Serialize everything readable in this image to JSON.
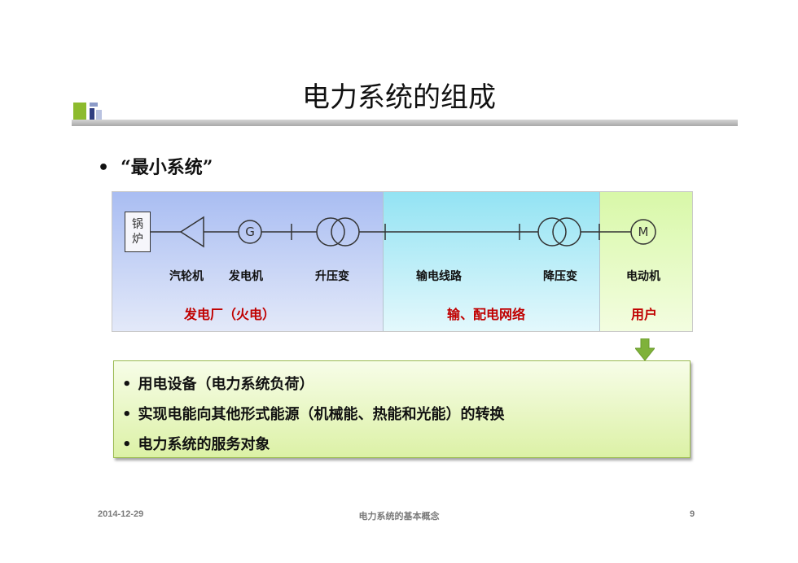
{
  "slide": {
    "title": "电力系统的组成",
    "bullet": "“最小系统”",
    "bullet_symbol": "•"
  },
  "diagram": {
    "boiler_line1": "锅",
    "boiler_line2": "炉",
    "generator_symbol": "G",
    "motor_symbol": "M",
    "component_labels": {
      "turbine": "汽轮机",
      "generator": "发电机",
      "step_up_transformer": "升压变",
      "transmission_line": "输电线路",
      "step_down_transformer": "降压变",
      "motor": "电动机"
    },
    "zone_labels": {
      "plant": "发电厂（火电）",
      "network": "输、配电网络",
      "user": "用户"
    },
    "colors": {
      "zone_plant": "#a9bdf2",
      "zone_network": "#93e3f3",
      "zone_user": "#d8f8a8",
      "zone_label_text": "#c00000",
      "arrow": "#7fb23a"
    }
  },
  "info_box": {
    "items": [
      "用电设备（电力系统负荷）",
      "实现电能向其他形式能源（机械能、热能和光能）的转换",
      "电力系统的服务对象"
    ]
  },
  "footer": {
    "date": "2014-12-29",
    "center": "电力系统的基本概念",
    "page_number": "9"
  }
}
